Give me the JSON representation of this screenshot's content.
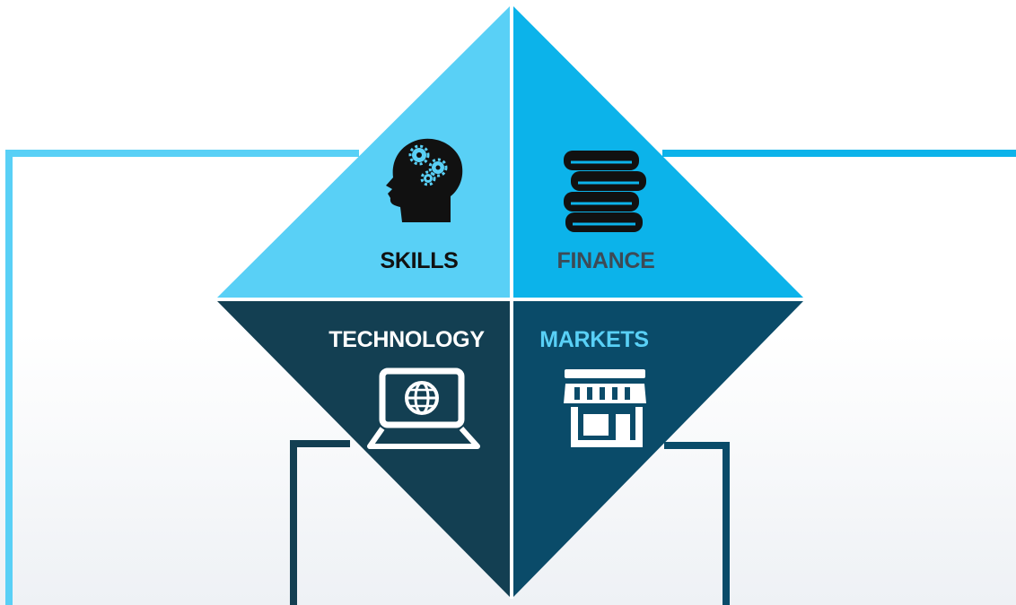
{
  "quadrants": {
    "skills": {
      "label": "SKILLS",
      "icon": "head-gears-icon"
    },
    "finance": {
      "label": "FINANCE",
      "icon": "coin-stack-icon"
    },
    "technology": {
      "label": "TECHNOLOGY",
      "icon": "laptop-globe-icon"
    },
    "markets": {
      "label": "MARKETS",
      "icon": "storefront-icon"
    }
  },
  "colors": {
    "skills_fill": "#59d0f6",
    "finance_fill": "#0cb3ea",
    "technology_fill": "#133f52",
    "markets_fill": "#0a4b69",
    "skills_text": "#111111",
    "finance_text": "#3d4a55",
    "technology_text": "#ffffff",
    "markets_text": "#59d0f6"
  }
}
